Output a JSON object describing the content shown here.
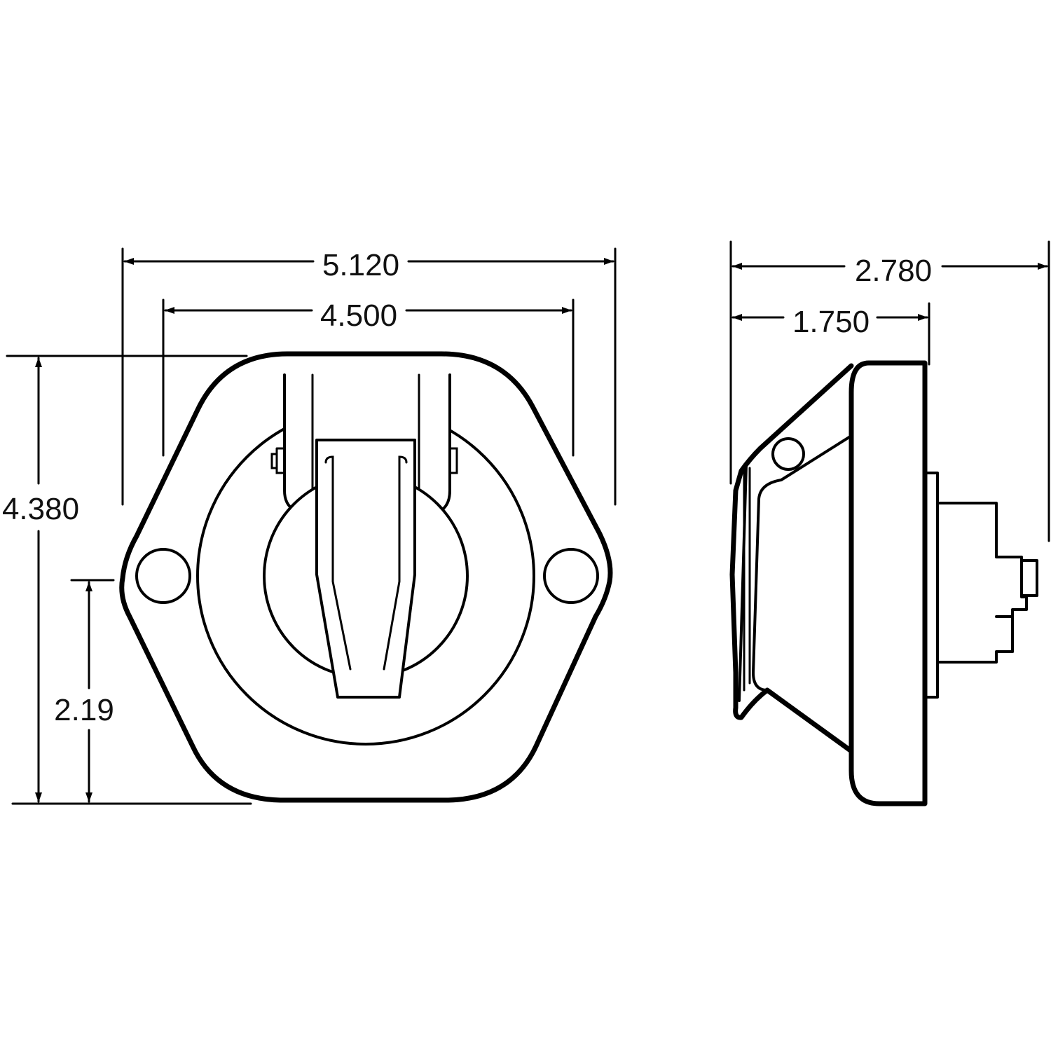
{
  "colors": {
    "background": "#ffffff",
    "line": "#000000"
  },
  "front_view": {
    "overall_width": "5.120",
    "mounting_hole_spacing": "4.500",
    "overall_height": "4.380",
    "center_height": "2.19"
  },
  "side_view": {
    "overall_depth": "2.780",
    "body_depth": "1.750"
  }
}
